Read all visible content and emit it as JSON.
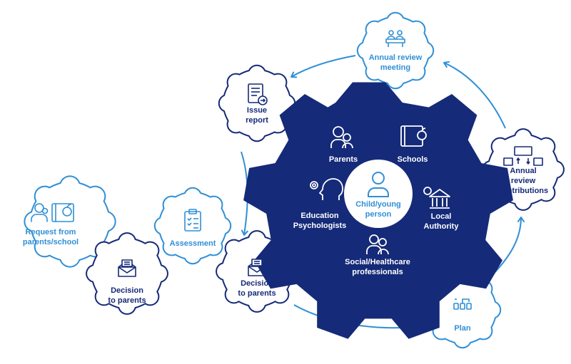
{
  "colors": {
    "navy": "#152a78",
    "light_blue": "#2f8fd6",
    "white": "#ffffff",
    "background": "#ffffff"
  },
  "central_gear": {
    "center_label": "Child/young\nperson",
    "center_icon": "person-icon",
    "stakeholders": [
      {
        "label": "Parents",
        "icon": "parents-icon"
      },
      {
        "label": "Schools",
        "icon": "schools-icon"
      },
      {
        "label": "Education\nPsychologists",
        "icon": "psychologist-icon"
      },
      {
        "label": "Local\nAuthority",
        "icon": "local-authority-icon"
      },
      {
        "label": "Social/Healthcare\nprofessionals",
        "icon": "healthcare-icon"
      }
    ]
  },
  "process_gears": [
    {
      "label": "Request from\nparents/school",
      "icon": "request-icon"
    },
    {
      "label": "Decision\nto parents",
      "icon": "envelope-icon"
    },
    {
      "label": "Assessment",
      "icon": "clipboard-icon"
    },
    {
      "label": "Decision\nto parents",
      "icon": "envelope-icon"
    },
    {
      "label": "Issue\nreport",
      "icon": "report-icon"
    },
    {
      "label": "Annual review\nmeeting",
      "icon": "meeting-icon"
    },
    {
      "label": "Annual review\ncontributions",
      "icon": "contributions-icon"
    },
    {
      "label": "Plan",
      "icon": "plan-icon"
    }
  ]
}
